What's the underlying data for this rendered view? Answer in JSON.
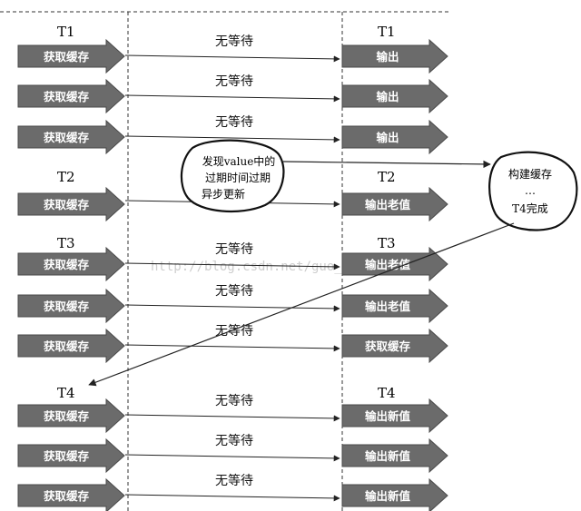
{
  "labels": {
    "t1_left": "T1",
    "t1_right": "T1",
    "t2_left": "T2",
    "t2_right": "T2",
    "t3_left": "T3",
    "t3_right": "T3",
    "t4_left": "T4",
    "t4_right": "T4"
  },
  "rows": [
    {
      "left": "获取缓存",
      "middle": "无等待",
      "right": "输出"
    },
    {
      "left": "获取缓存",
      "middle": "无等待",
      "right": "输出"
    },
    {
      "left": "获取缓存",
      "middle": "无等待",
      "right": "输出"
    },
    {
      "left": "获取缓存",
      "middle": "",
      "right": "输出老值"
    },
    {
      "left": "获取缓存",
      "middle": "无等待",
      "right": "输出老值"
    },
    {
      "left": "获取缓存",
      "middle": "无等待",
      "right": "输出老值"
    },
    {
      "left": "获取缓存",
      "middle": "无等待",
      "right": "获取缓存"
    },
    {
      "left": "获取缓存",
      "middle": "无等待",
      "right": "输出新值"
    },
    {
      "left": "获取缓存",
      "middle": "无等待",
      "right": "输出新值"
    },
    {
      "left": "获取缓存",
      "middle": "无等待",
      "right": "输出新值"
    }
  ],
  "bubble_async": {
    "line1": "发现value中的",
    "line2": "过期时间过期",
    "line3": "异步更新"
  },
  "bubble_build": {
    "line1": "构建缓存",
    "line2": "…",
    "line3": "T4完成"
  },
  "watermark": "http://blog.csdn.net/guo_1659",
  "colors": {
    "arrow_fill": "#6b6b6b",
    "arrow_text": "#ffffff",
    "line": "#222222"
  }
}
